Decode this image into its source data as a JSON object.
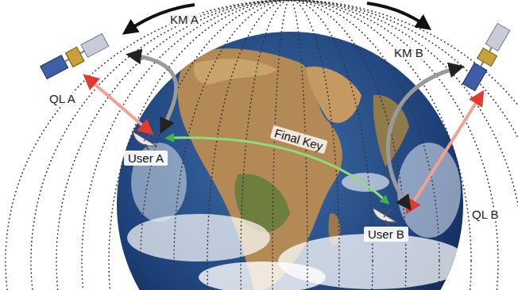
{
  "diagram": {
    "nodes": [
      {
        "text": [
          "User A"
        ]
      },
      {
        "text": [
          "User B"
        ]
      }
    ],
    "edges": [
      {
        "from": 0,
        "to": 1,
        "label": "Final Key",
        "arrow": "both"
      }
    ],
    "labels": [
      "KM A",
      "QL A",
      "KM B",
      "QL B"
    ]
  }
}
